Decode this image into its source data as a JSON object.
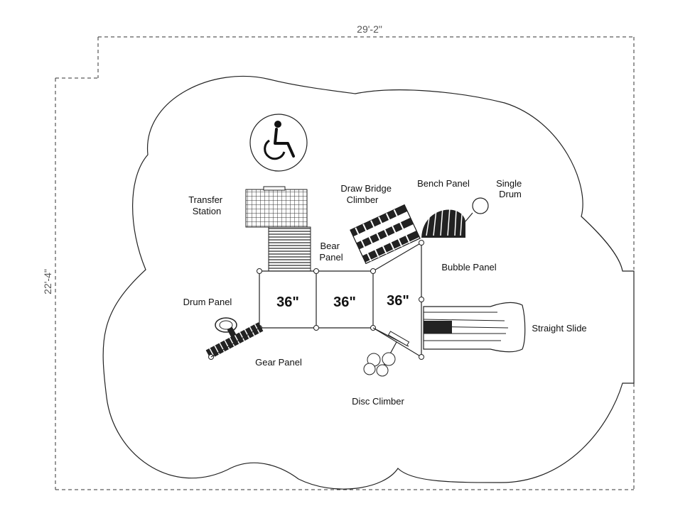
{
  "dimensions": {
    "width": "29'-2\"",
    "depth": "22'-4\""
  },
  "accessibility_icon": "wheelchair-icon",
  "decks": [
    "36\"",
    "36\"",
    "36\""
  ],
  "labels": {
    "transfer_station": [
      "Transfer",
      "Station"
    ],
    "draw_bridge": [
      "Draw Bridge",
      "Climber"
    ],
    "bench_panel": "Bench Panel",
    "single_drum": [
      "Single",
      "Drum"
    ],
    "bear_panel": [
      "Bear",
      "Panel"
    ],
    "bubble_panel": "Bubble Panel",
    "drum_panel": "Drum Panel",
    "straight_slide": "Straight Slide",
    "gear_panel": "Gear Panel",
    "disc_climber": "Disc Climber"
  }
}
